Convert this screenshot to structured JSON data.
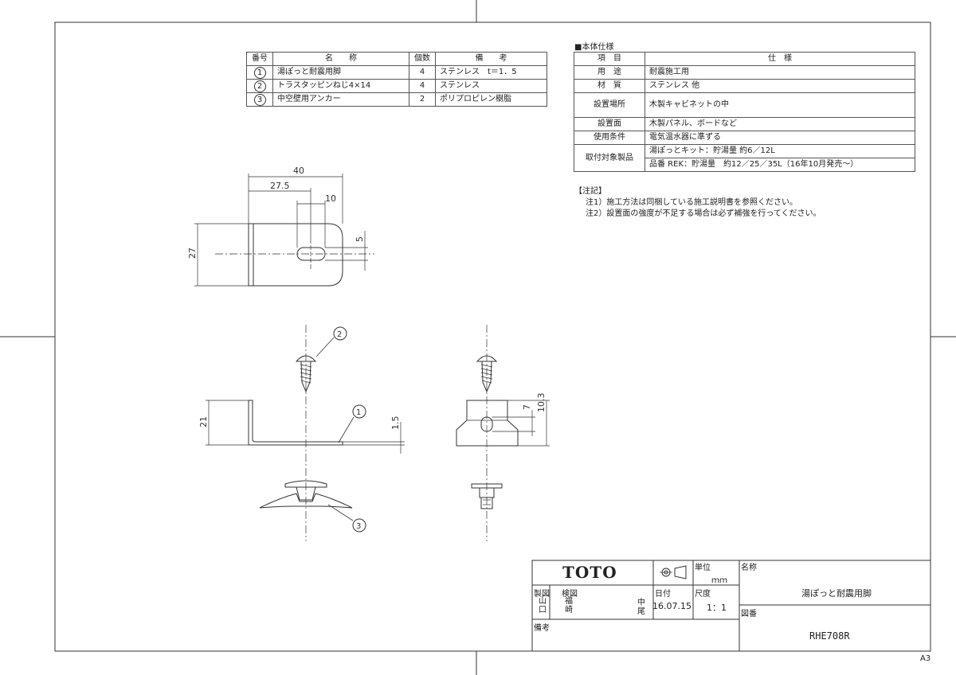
{
  "parts_table": {
    "headers": [
      "番号",
      "名　　称",
      "個数",
      "備　　考"
    ],
    "rows": [
      {
        "no": "1",
        "name": "湯ぽっと耐震用脚",
        "qty": "4",
        "note": "ステンレス　t＝1．5"
      },
      {
        "no": "2",
        "name": "トラスタッピンねじ4×14",
        "qty": "4",
        "note": "ステンレス"
      },
      {
        "no": "3",
        "name": "中空壁用アンカー",
        "qty": "2",
        "note": "ポリプロピレン樹脂"
      }
    ]
  },
  "spec": {
    "title": "■本体仕様",
    "headers": [
      "項　目",
      "仕　様"
    ],
    "rows": [
      {
        "item": "用　途",
        "value": "耐震施工用"
      },
      {
        "item": "材　質",
        "value": "ステンレス 他"
      },
      {
        "item": "設置場所",
        "value": "木製キャビネットの中"
      },
      {
        "item": "設置面",
        "value": "木製パネル、ボードなど"
      },
      {
        "item": "使用条件",
        "value": "電気温水器に準ずる"
      }
    ],
    "target_label": "取付対象製品",
    "target_values": [
      "湯ぽっとキット：貯湯量 約6／12L",
      "品番 REK：貯湯量　約12／25／35L（16年10月発売～）"
    ]
  },
  "notes": {
    "title": "【注記】",
    "items": [
      "注1）施工方法は同梱している施工説明書を参照ください。",
      "注2）設置面の強度が不足する場合は必ず補強を行ってください。"
    ]
  },
  "dimensions": {
    "top_view": [
      "40",
      "27.5",
      "10",
      "5",
      "27"
    ],
    "side_view": [
      "21",
      "1.5"
    ],
    "front_view": [
      "7",
      "10.3"
    ]
  },
  "callouts": [
    "2",
    "1",
    "3"
  ],
  "title_block": {
    "brand": "TOTO",
    "unit_label": "単位",
    "unit_value": "ｍｍ",
    "name_label": "名称",
    "name_value": "湯ぽっと耐震用脚",
    "drawn_label": "製図",
    "drawn_value": "山口",
    "checked_label": "検図",
    "checked_value1": "福崎",
    "checked_value2": "中尾",
    "date_label": "日付",
    "date_value": "16.07.15",
    "scale_label": "尺度",
    "scale_value": "1：1",
    "drawing_no_label": "図番",
    "drawing_no_value": "RHE708R",
    "remarks_label": "備考"
  },
  "sheet_size": "A3"
}
